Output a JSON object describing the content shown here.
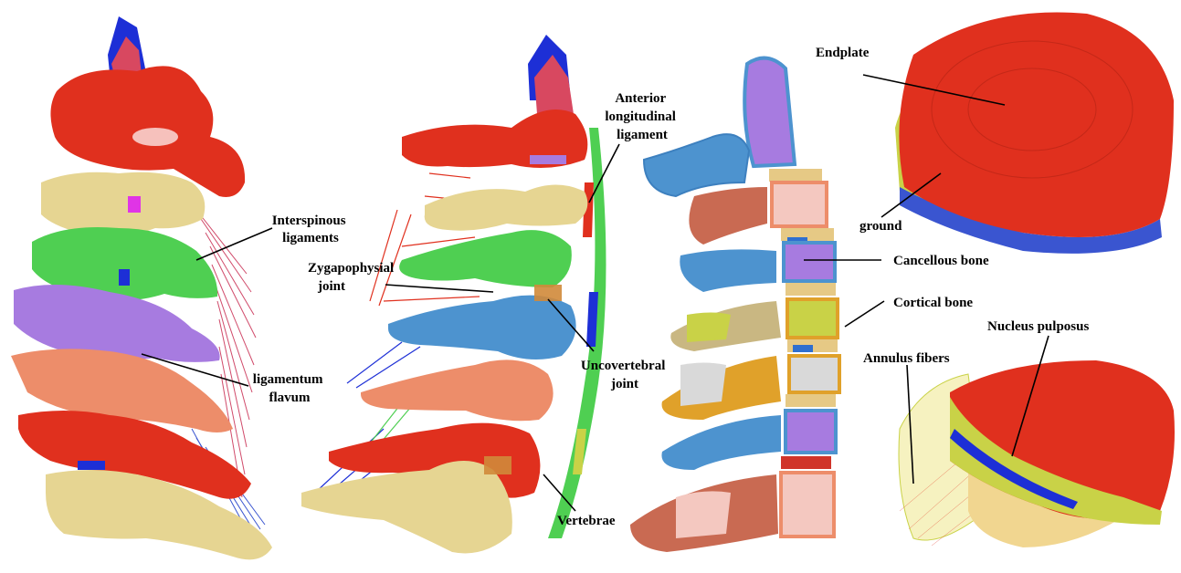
{
  "labels": {
    "interspinous": [
      "Interspinous",
      "ligaments"
    ],
    "flavum": [
      "ligamentum",
      "flavum"
    ],
    "anterior_longitudinal": [
      "Anterior",
      "longitudinal",
      "ligament"
    ],
    "zygapophysial": [
      "Zygapophysial",
      "joint"
    ],
    "uncovertebral": [
      "Uncovertebral",
      "joint"
    ],
    "vertebrae": "Vertebrae",
    "endplate": "Endplate",
    "ground": "ground",
    "cancellous": "Cancellous bone",
    "cortical": "Cortical bone",
    "annulus": "Annulus fibers",
    "nucleus": "Nucleus pulposus"
  },
  "colors": {
    "red": "#e0301e",
    "beige": "#e6d592",
    "green": "#4fcf52",
    "purple": "#a57fe3",
    "salmon": "#ed8d6a",
    "lavender": "#a77be0",
    "blue": "#4d93cf",
    "rust": "#c96a52",
    "orange": "#e0a12a",
    "disc_yellow": "#c9d247",
    "ligament_blue": "#1d2fd6",
    "ligament_magenta": "#e034e6"
  }
}
